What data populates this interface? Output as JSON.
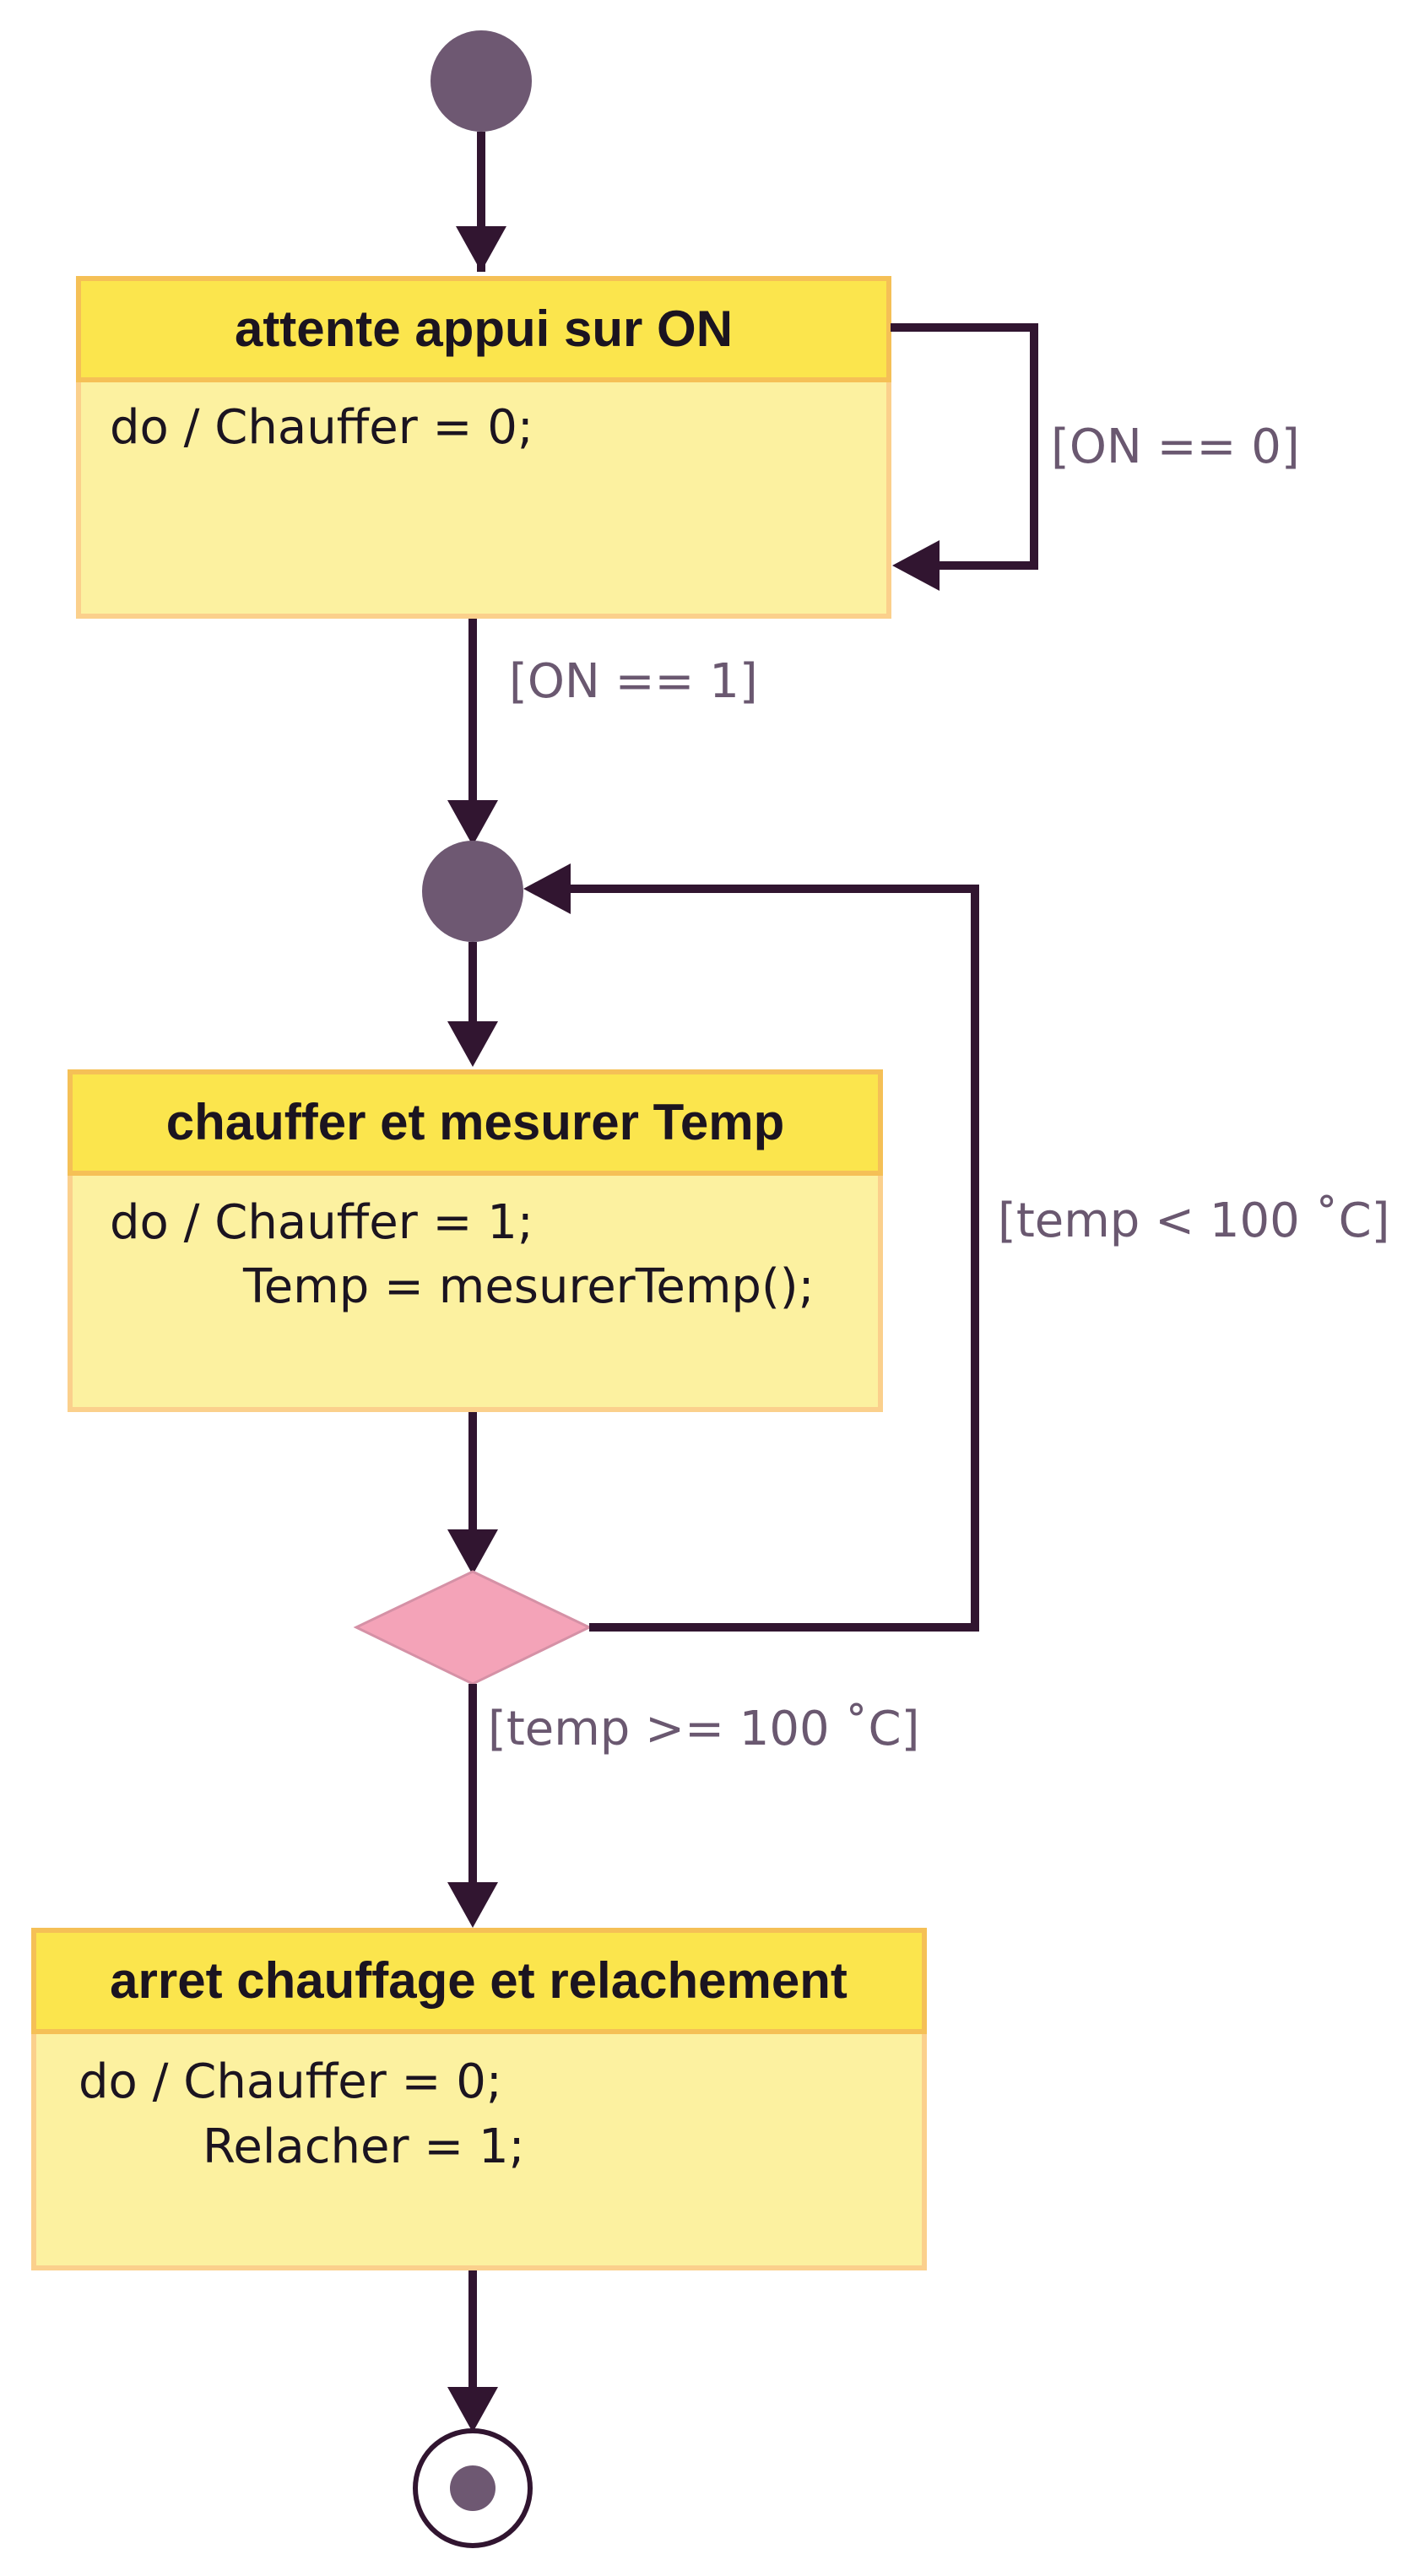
{
  "colors": {
    "edge": "#311530",
    "node": "#6e5872",
    "state_header": "#fbe54d",
    "state_body": "#fcf1a0",
    "state_border": "#fbd08c",
    "decision": "#f4a3b8",
    "guard_text": "#6a5870"
  },
  "states": {
    "wait_on": {
      "title": "attente appui sur ON",
      "line1": "do / Chauffer = 0;"
    },
    "heat": {
      "title": "chauffer et mesurer Temp",
      "line1": "do / Chauffer = 1;",
      "line2": "Temp = mesurerTemp();"
    },
    "stop": {
      "title": "arret chauffage et relachement",
      "line1": "do / Chauffer = 0;",
      "line2": "Relacher = 1;"
    }
  },
  "guards": {
    "on_zero": "[ON == 0]",
    "on_one": "[ON == 1]",
    "temp_low": "[temp < 100 ˚C]",
    "temp_high": "[temp >= 100 ˚C]"
  }
}
